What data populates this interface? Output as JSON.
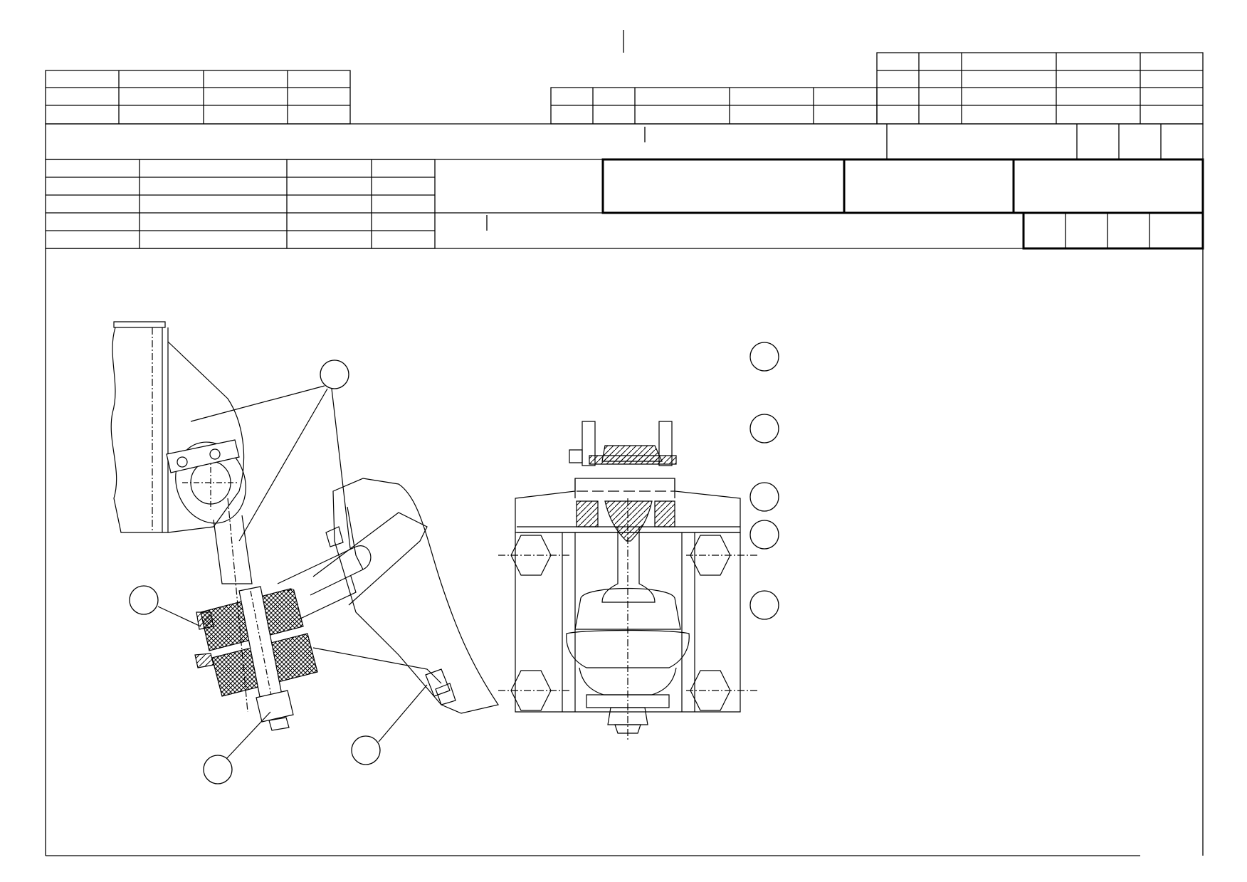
{
  "sheet": {
    "title_block": {
      "cells_text": []
    }
  },
  "drawing": {
    "views": [
      {
        "name": "left-mount-view"
      },
      {
        "name": "right-mount-view"
      }
    ],
    "callouts_left": [
      {
        "id": "leader-callout-1",
        "label": ""
      },
      {
        "id": "leader-callout-2",
        "label": ""
      },
      {
        "id": "leader-callout-3",
        "label": ""
      },
      {
        "id": "leader-callout-4",
        "label": ""
      }
    ],
    "callouts_right": [
      {
        "id": "legend-callout-1",
        "label": ""
      },
      {
        "id": "legend-callout-2",
        "label": ""
      },
      {
        "id": "legend-callout-3",
        "label": ""
      },
      {
        "id": "legend-callout-4",
        "label": ""
      },
      {
        "id": "legend-callout-5",
        "label": ""
      }
    ]
  },
  "colors": {
    "ink": "#000000",
    "paper": "#ffffff",
    "sketch": "#333333"
  }
}
